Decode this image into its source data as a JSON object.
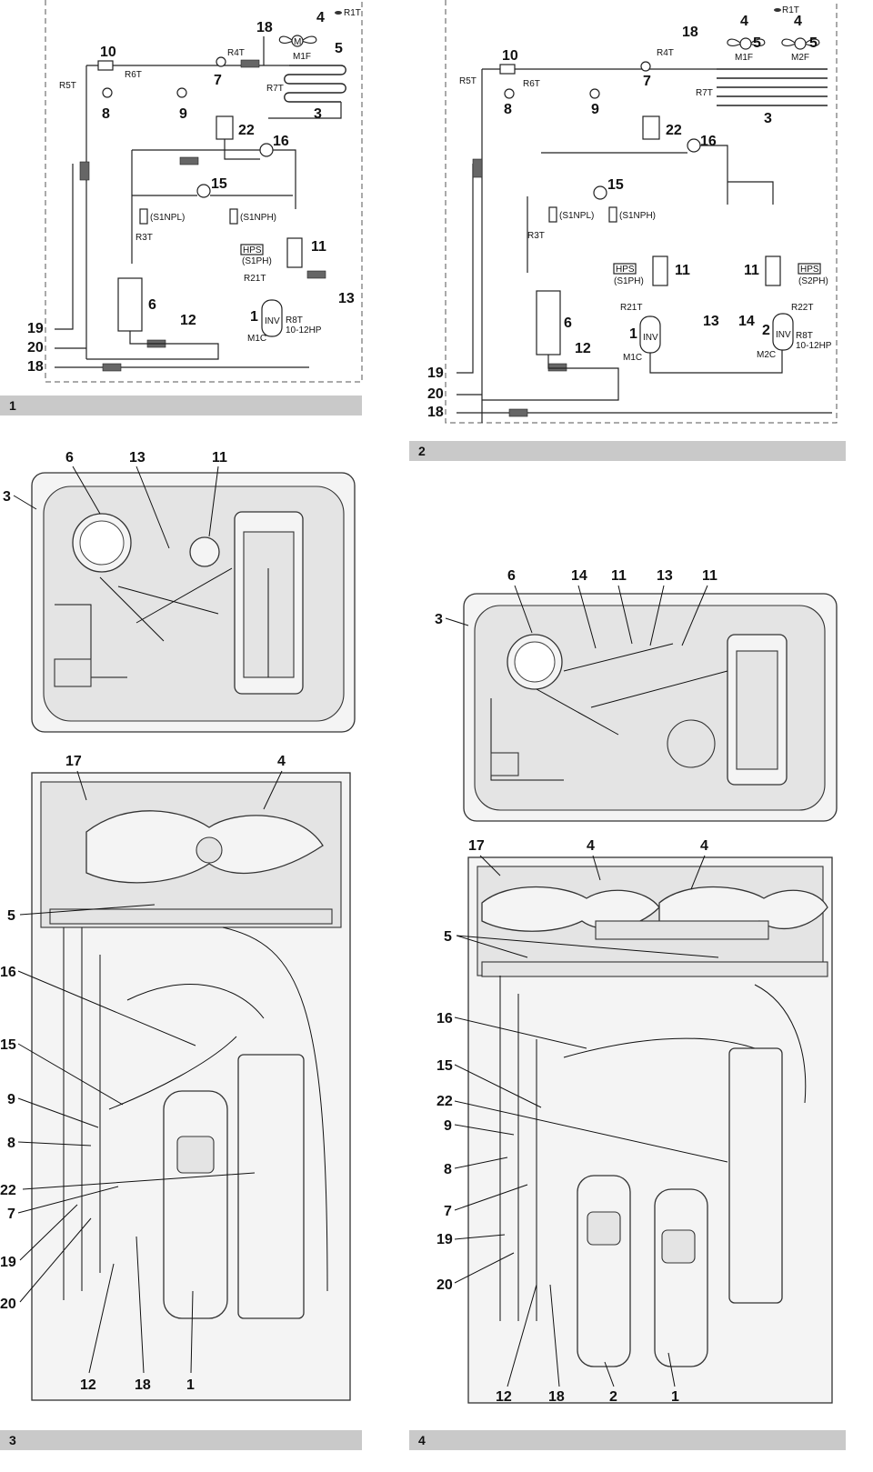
{
  "figures": [
    {
      "caption": "1"
    },
    {
      "caption": "2"
    },
    {
      "caption": "3"
    },
    {
      "caption": "4"
    }
  ],
  "diagram1": {
    "callouts": [
      "4",
      "5",
      "18",
      "10",
      "7",
      "8",
      "9",
      "22",
      "3",
      "16",
      "15",
      "11",
      "6",
      "12",
      "13",
      "1",
      "19",
      "20",
      "18"
    ],
    "sensors": [
      "R1T",
      "R4T",
      "R5T",
      "R6T",
      "R7T",
      "R3T",
      "R21T",
      "R8T\n10-12HP"
    ],
    "components": [
      "M1F",
      "M1C",
      "INV",
      "HPS",
      "(S1PH)",
      "(S1NPL)",
      "(S1NPH)"
    ]
  },
  "diagram2": {
    "callouts": [
      "4",
      "4",
      "5",
      "5",
      "18",
      "10",
      "7",
      "8",
      "9",
      "22",
      "3",
      "16",
      "15",
      "11",
      "11",
      "13",
      "14",
      "1",
      "2",
      "6",
      "12",
      "19",
      "20",
      "18"
    ],
    "sensors": [
      "R1T",
      "R4T",
      "R5T",
      "R6T",
      "R7T",
      "R3T",
      "R21T",
      "R22T",
      "R8T\n10-12HP"
    ],
    "components": [
      "M1F",
      "M2F",
      "M1C",
      "M2C",
      "INV",
      "INV",
      "HPS",
      "HPS",
      "(S1PH)",
      "(S2PH)",
      "(S1NPL)",
      "(S1NPH)"
    ]
  },
  "photo3": {
    "top_callouts": [
      "6",
      "13",
      "11",
      "3"
    ],
    "front_callouts": [
      "17",
      "4",
      "5",
      "16",
      "15",
      "9",
      "8",
      "22",
      "7",
      "19",
      "20",
      "12",
      "18",
      "1"
    ]
  },
  "photo4": {
    "top_callouts": [
      "6",
      "14",
      "11",
      "13",
      "11",
      "3"
    ],
    "front_callouts": [
      "17",
      "4",
      "4",
      "5",
      "16",
      "15",
      "22",
      "9",
      "8",
      "7",
      "19",
      "20",
      "12",
      "18",
      "2",
      "1"
    ]
  },
  "labels": {
    "r1t": "R1T",
    "r4t": "R4T",
    "r5t": "R5T",
    "r6t": "R6T",
    "r7t": "R7T",
    "r3t": "R3T",
    "r21t": "R21T",
    "r22t": "R22T",
    "r8t": "R8T",
    "r8t_sub": "10-12HP",
    "m1f": "M1F",
    "m2f": "M2F",
    "m1c": "M1C",
    "m2c": "M2C",
    "inv": "INV",
    "hps": "HPS",
    "s1ph": "(S1PH)",
    "s2ph": "(S2PH)",
    "s1npl": "(S1NPL)",
    "s1nph": "(S1NPH)"
  }
}
